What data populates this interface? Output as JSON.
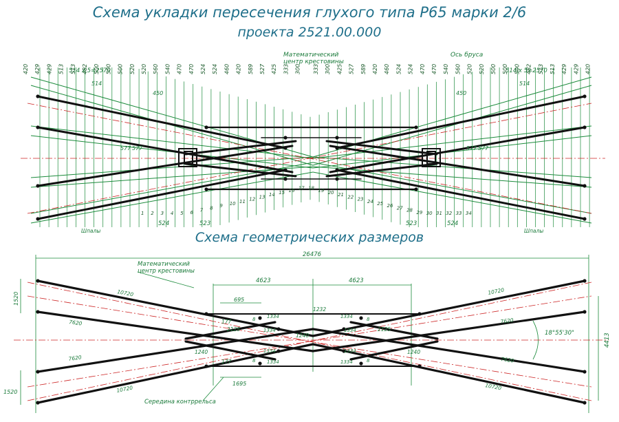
{
  "title_line1": "Схема укладки пересечения глухого типа Р65 марки 2/6",
  "title_line2": "проекта 2521.00.000",
  "title_lower": "Схема геометрических размеров",
  "upper": {
    "label_math_center_1": "Математический",
    "label_math_center_2": "центр крестовины",
    "label_axis": "Ось бруса",
    "dim_left_total": "514 x 5=2570",
    "dim_right_total": "514 x 5=2570",
    "dim_514": "514",
    "dim_450": "450",
    "dim_577": "577",
    "dim_524": "524",
    "dim_523": "523",
    "label_shpaly": "Шпалы",
    "top_spacings_left": [
      "420",
      "429",
      "429",
      "513",
      "513",
      "482",
      "500",
      "500",
      "500",
      "520",
      "520",
      "560",
      "540",
      "470",
      "470",
      "524",
      "524",
      "460",
      "420",
      "589",
      "527",
      "425",
      "333",
      "300"
    ],
    "top_spacings_right": [
      "333",
      "300",
      "425",
      "527",
      "589",
      "420",
      "460",
      "524",
      "524",
      "470",
      "470",
      "540",
      "560",
      "520",
      "520",
      "500",
      "500",
      "500",
      "482",
      "513",
      "513",
      "429",
      "429",
      "420"
    ],
    "tie_numbers": [
      "1",
      "2",
      "3",
      "4",
      "5",
      "6",
      "7",
      "8",
      "9",
      "10",
      "11",
      "12",
      "13",
      "14",
      "15",
      "16",
      "17",
      "18",
      "19",
      "20",
      "21",
      "22",
      "23",
      "24",
      "25",
      "26",
      "27",
      "28",
      "29",
      "30",
      "31",
      "32",
      "33",
      "34"
    ]
  },
  "lower": {
    "label_math_center_1": "Математический",
    "label_math_center_2": "центр крестовины",
    "label_midpoint": "Середина контррельса",
    "dim_total": "26476",
    "dim_half_left": "4623",
    "dim_half_right": "4623",
    "dim_1520": "1520",
    "dim_10720": "10720",
    "dim_7620": "7620",
    "dim_695": "695",
    "dim_1695": "1695",
    "dim_177": "177",
    "dim_1334": "1334",
    "dim_1232": "1232",
    "dim_2125": "2125",
    "dim_1240": "1240",
    "dim_8": "8",
    "dim_angle": "18°55'30\"",
    "dim_4413": "4413"
  },
  "colors": {
    "track": "#111111",
    "green": "#1a8a3a",
    "axis_red": "#cc2222",
    "title": "#1f6f8a"
  }
}
